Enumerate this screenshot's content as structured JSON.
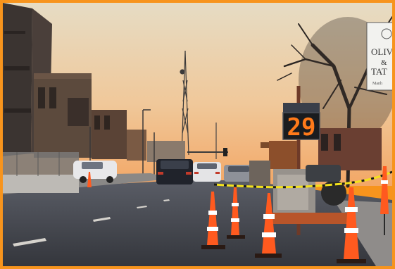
{
  "scene": {
    "description_hidden": "",
    "speed_sign": {
      "value": "29"
    },
    "business_sign": {
      "line1": "OLIV",
      "line2": "&",
      "line3": "TAT",
      "line4": "Manh"
    },
    "colors": {
      "border": "#f7941d",
      "sky_top": "#e9dcc2",
      "sky_bottom": "#f2b984",
      "led": "#ff7a1a",
      "cone": "#ff5a1f",
      "tape": "#f4e21b"
    }
  }
}
